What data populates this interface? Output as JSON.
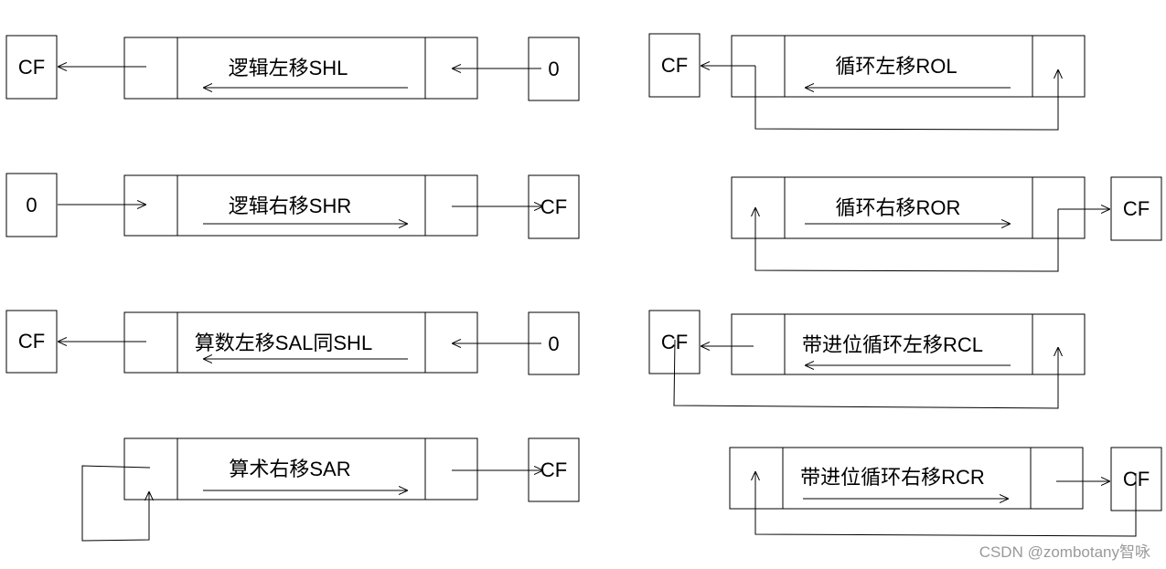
{
  "diagrams": {
    "shl": {
      "label": "逻辑左移SHL",
      "left": "CF",
      "right": "0"
    },
    "shr": {
      "label": "逻辑右移SHR",
      "left": "0",
      "right": "CF"
    },
    "sal": {
      "label": "算数左移SAL同SHL",
      "left": "CF",
      "right": "0"
    },
    "sar": {
      "label": "算术右移SAR",
      "right": "CF"
    },
    "rol": {
      "label": "循环左移ROL",
      "left": "CF"
    },
    "ror": {
      "label": "循环右移ROR",
      "right": "CF"
    },
    "rcl": {
      "label": "带进位循环左移RCL",
      "left": "CF"
    },
    "rcr": {
      "label": "带进位循环右移RCR",
      "right": "CF"
    }
  },
  "watermark": "CSDN @zombotany智咏"
}
